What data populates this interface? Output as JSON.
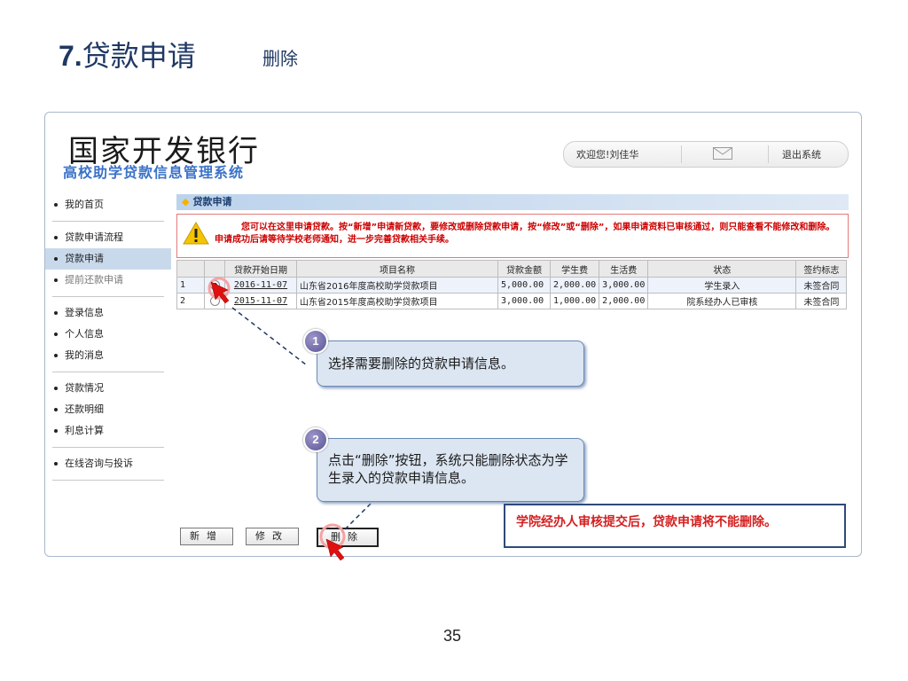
{
  "slide": {
    "number": "7.",
    "title": "贷款申请",
    "subtitle": "删除",
    "page": "35"
  },
  "header": {
    "bank_name": "国家开发银行",
    "system_name": "高校助学贷款信息管理系统",
    "welcome": "欢迎您!刘佳华",
    "logout": "退出系统"
  },
  "sidebar": {
    "items": [
      {
        "label": "我的首页"
      },
      {
        "label": "贷款申请流程"
      },
      {
        "label": "贷款申请"
      },
      {
        "label": "提前还款申请"
      },
      {
        "label": "登录信息"
      },
      {
        "label": "个人信息"
      },
      {
        "label": "我的消息"
      },
      {
        "label": "贷款情况"
      },
      {
        "label": "还款明细"
      },
      {
        "label": "利息计算"
      },
      {
        "label": "在线咨询与投诉"
      }
    ]
  },
  "panel": {
    "title": "贷款申请",
    "warning": "您可以在这里申请贷款。按“新增”申请新贷款，要修改或删除贷款申请，按“修改”或“删除”，如果申请资料已审核通过，则只能查看不能修改和删除。申请成功后请等待学校老师通知，进一步完善贷款相关手续。"
  },
  "table": {
    "headers": [
      "",
      "",
      "贷款开始日期",
      "项目名称",
      "贷款金额",
      "学生费",
      "生活费",
      "状态",
      "签约标志"
    ],
    "rows": [
      {
        "index": "1",
        "date": "2016-11-07",
        "project": "山东省2016年度高校助学贷款项目",
        "amount": "5,000.00",
        "tuition": "2,000.00",
        "living": "3,000.00",
        "status": "学生录入",
        "sign": "未签合同"
      },
      {
        "index": "2",
        "date": "2015-11-07",
        "project": "山东省2015年度高校助学贷款项目",
        "amount": "3,000.00",
        "tuition": "1,000.00",
        "living": "2,000.00",
        "status": "院系经办人已审核",
        "sign": "未签合同"
      }
    ]
  },
  "buttons": {
    "add": "新增",
    "edit": "修改",
    "delete": "删除"
  },
  "callouts": {
    "step1_num": "1",
    "step1_text": "选择需要删除的贷款申请信息。",
    "step2_num": "2",
    "step2_text": "点击“删除”按钮，系统只能删除状态为学生录入的贷款申请信息。",
    "note": "学院经办人审核提交后，贷款申请将不能删除。"
  },
  "icons": {
    "mail": "mail-icon",
    "warning": "warning-icon",
    "cursor": "pointer-arrow-icon"
  },
  "colors": {
    "accent": "#3a72c8",
    "warning_text": "#cc0000",
    "note_text": "#d42020"
  }
}
